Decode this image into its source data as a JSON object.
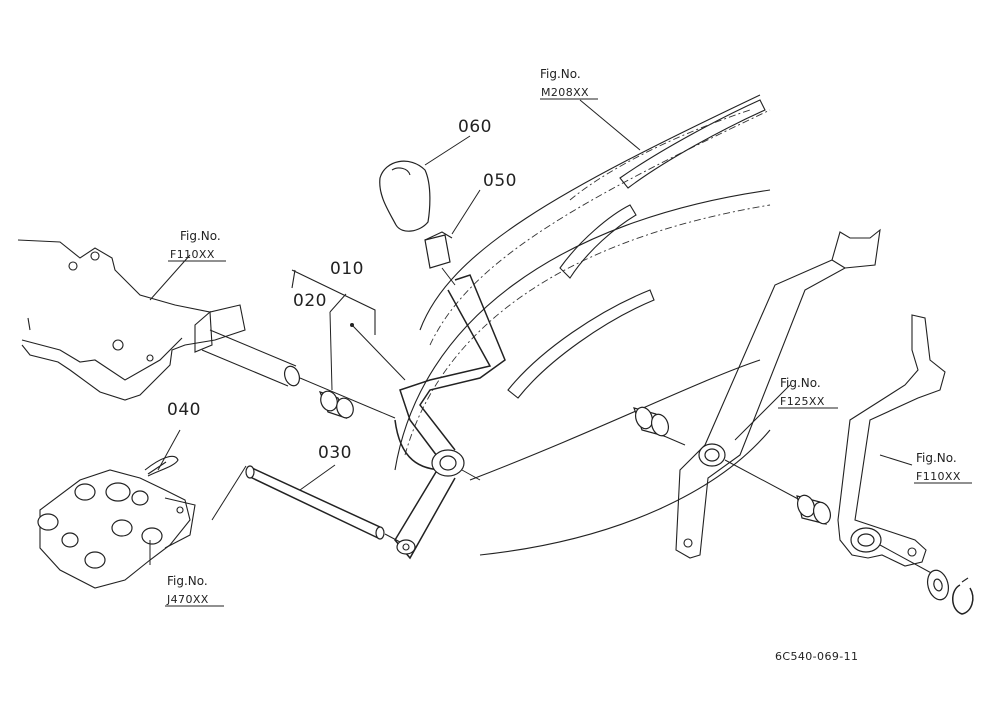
{
  "parts": [
    {
      "id": "p010",
      "number": "010"
    },
    {
      "id": "p020",
      "number": "020"
    },
    {
      "id": "p030",
      "number": "030"
    },
    {
      "id": "p040",
      "number": "040"
    },
    {
      "id": "p050",
      "number": "050"
    },
    {
      "id": "p060",
      "number": "060"
    }
  ],
  "fig_refs": [
    {
      "id": "r_m208",
      "caption": "Fig.No.",
      "code": "M208XX"
    },
    {
      "id": "r_f110a",
      "caption": "Fig.No.",
      "code": "F110XX"
    },
    {
      "id": "r_f125",
      "caption": "Fig.No.",
      "code": "F125XX"
    },
    {
      "id": "r_f110b",
      "caption": "Fig.No.",
      "code": "F110XX"
    },
    {
      "id": "r_j470",
      "caption": "Fig.No.",
      "code": "J470XX"
    }
  ],
  "drawing_code": "6C540-069-11"
}
